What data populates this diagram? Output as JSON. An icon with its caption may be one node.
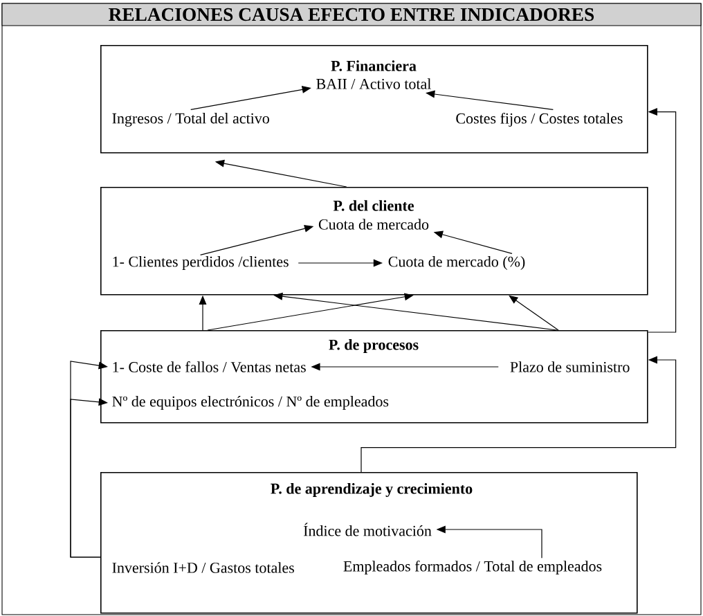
{
  "diagram": {
    "title": "RELACIONES CAUSA EFECTO ENTRE INDICADORES",
    "nodes": [
      {
        "text": [
          "P. Financiera"
        ]
      },
      {
        "text": [
          "BAII / Activo total"
        ],
        "in": 0
      },
      {
        "text": [
          "Ingresos / Total del activo"
        ],
        "in": 0
      },
      {
        "text": [
          "Costes fijos / Costes totales"
        ],
        "in": 0
      },
      {
        "text": [
          "P. del cliente"
        ]
      },
      {
        "text": [
          "Cuota de mercado"
        ],
        "in": 4
      },
      {
        "text": [
          "1- Clientes perdidos /clientes"
        ],
        "in": 4
      },
      {
        "text": [
          "Cuota de mercado (%)"
        ],
        "in": 4
      },
      {
        "text": [
          "P. de procesos"
        ]
      },
      {
        "text": [
          "1- Coste de fallos / Ventas netas"
        ],
        "in": 8
      },
      {
        "text": [
          "Plazo de suministro"
        ],
        "in": 8
      },
      {
        "text": [
          "Nº de equipos electrónicos / Nº de empleados"
        ],
        "in": 8
      },
      {
        "text": [
          "P. de aprendizaje y crecimiento"
        ]
      },
      {
        "text": [
          "Índice de motivación"
        ],
        "in": 12
      },
      {
        "text": [
          "Inversión I+D / Gastos totales"
        ],
        "in": 12
      },
      {
        "text": [
          "Empleados formados / Total de empleados"
        ],
        "in": 12
      }
    ],
    "edges": [
      {
        "from": 2,
        "to": 1,
        "arrow": "to"
      },
      {
        "from": 3,
        "to": 1,
        "arrow": "to"
      },
      {
        "from": 4,
        "to": 0,
        "arrow": "to"
      },
      {
        "from": 6,
        "to": 5,
        "arrow": "to"
      },
      {
        "from": 7,
        "to": 5,
        "arrow": "to"
      },
      {
        "from": 6,
        "to": 7,
        "arrow": "to"
      },
      {
        "from": 8,
        "to": 4,
        "arrow": "to"
      },
      {
        "from": 8,
        "to": 4,
        "arrow": "to"
      },
      {
        "from": 8,
        "to": 4,
        "arrow": "to"
      },
      {
        "from": 8,
        "to": 4,
        "arrow": "to"
      },
      {
        "from": 8,
        "to": 0,
        "arrow": "to"
      },
      {
        "from": 10,
        "to": 9,
        "arrow": "to"
      },
      {
        "from": 12,
        "to": 8,
        "arrow": "to"
      },
      {
        "from": 14,
        "to": 9,
        "arrow": "to"
      },
      {
        "from": 14,
        "to": 11,
        "arrow": "to"
      },
      {
        "from": 15,
        "to": 13,
        "arrow": "to"
      }
    ]
  }
}
